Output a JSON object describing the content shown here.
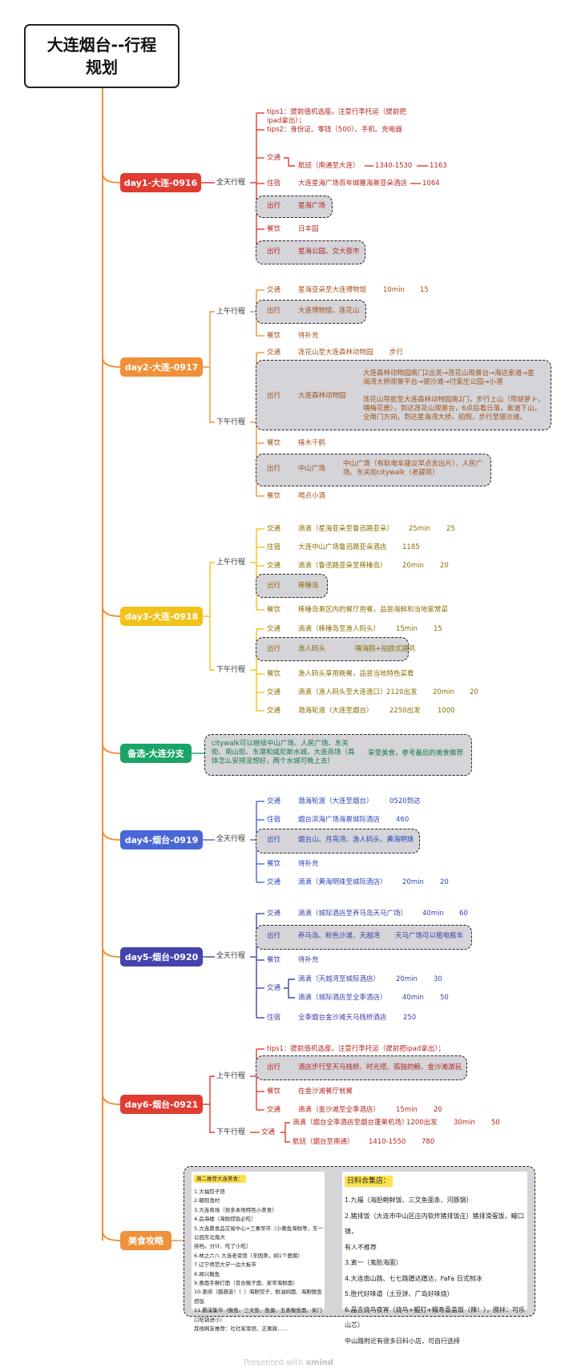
{
  "title": "大连烟台--行程\n规划",
  "footer": {
    "prefix": "Presented with",
    "brand": "xmind"
  },
  "days": [
    {
      "label": "day1-大连-0916",
      "color": "#e03c32"
    },
    {
      "label": "day2-大连-0917",
      "color": "#f0913a"
    },
    {
      "label": "day3-大连-0918",
      "color": "#f2c21b"
    },
    {
      "label": "备选-大连分支",
      "color": "#1aa466"
    },
    {
      "label": "day4-烟台-0919",
      "color": "#4a67d6"
    },
    {
      "label": "day5-烟台-0920",
      "color": "#4343ad"
    },
    {
      "label": "day6-烟台-0921",
      "color": "#e03c32"
    },
    {
      "label": "美食攻略",
      "color": "#f0913a"
    }
  ],
  "periods": {
    "all_day": "全天行程",
    "morning": "上午行程",
    "afternoon": "下午行程"
  },
  "items": {
    "d1_tips1": "tips1：提前值机选座，注意行李托运（提前把",
    "d1_tips1b": "ipad拿出）；",
    "d1_tips2": "tips2：身份证、零钱（500）、手机、充电器",
    "d1_traffic": "交通",
    "d1_flight": "航班（南通至大连）",
    "d1_time": "1340-1530",
    "d1_price": "1163",
    "d1_stay": "住宿",
    "d1_hotel": "大连星海广场百年城雁海景亚朵酒店",
    "d1_hotel_price": "1064",
    "d1_out1": "出行",
    "d1_out1v": "星海广场",
    "d1_food": "餐饮",
    "d1_foodv": "日丰园",
    "d1_out2": "出行",
    "d1_out2v": "星海公园、交大夜市",
    "d2_t1": "交通",
    "d2_t1v": "星海亚朵至大连博物馆",
    "d2_t1m": "10min",
    "d2_t1p": "15",
    "d2_o1": "出行",
    "d2_o1v": "大连博物馆、莲花山",
    "d2_f1": "餐饮",
    "d2_f1v": "待补充",
    "d2_t2": "交通",
    "d2_t2v": "莲花山至大连森林动物园",
    "d2_t2m": "步行",
    "d2_o2": "出行",
    "d2_o2v": "大连森林动物园",
    "d2_o2d1": "大连森林动物园南门2出发→莲花山观景台→海达索道→星\n海湾大桥观景平台→银沙滩→付家庄公园→小港",
    "d2_o2d2": "莲花山导航至大连森林动物园南2门，步行上山（带胡萝卜，\n喂梅花鹿），到达莲花山观景台，6点后看日落，索道下山，\n全南门方向，到达星海湾大桥，拍照，步行至银沙滩。",
    "d2_f2": "餐饮",
    "d2_f2v": "椿木千鹤",
    "d2_o3": "出行",
    "d2_o3v": "中山广场",
    "d2_o3d": "中山广场（有轨电车建议早点去出片）、人民广\n场、东关街citywalk（老建筑）",
    "d2_f3": "餐饮",
    "d2_f3v": "喝点小酒",
    "d3_t1": "交通",
    "d3_t1v": "滴滴（星海亚朵至鲁迅路亚朵）",
    "d3_t1m": "25min",
    "d3_t1p": "25",
    "d3_s": "住宿",
    "d3_sv": "大连中山广场鲁迅路亚朵酒店",
    "d3_sp": "1185",
    "d3_t2": "交通",
    "d3_t2v": "滴滴（鲁迅路亚朵至棒棰岛）",
    "d3_t2m": "20min",
    "d3_t2p": "20",
    "d3_o1": "出行",
    "d3_o1v": "棒棰岛",
    "d3_f1": "餐饮",
    "d3_f1v": "棒棰岛景区内的餐厅用餐，品尝海鲜和当地家常菜",
    "d3_t3": "交通",
    "d3_t3v": "滴滴（棒棰岛至渔人码头）",
    "d3_t3m": "15min",
    "d3_t3p": "15",
    "d3_o2": "出行",
    "d3_o2v": "渔人码头",
    "d3_o2d": "喂海鸥+拍欧式建筑",
    "d3_f2": "餐饮",
    "d3_f2v": "渔人码头享用晚餐，品尝当地特色菜肴",
    "d3_t4": "交通",
    "d3_t4v": "滴滴（渔人码头至大连渡口）",
    "d3_t4a": "2120出发",
    "d3_t4m": "20min",
    "d3_t4p": "20",
    "d3_t5": "交通",
    "d3_t5v": "渤海轮渡（大连至烟台）",
    "d3_t5a": "2250出发",
    "d3_t5p": "1000",
    "alt_text": "citywalk可以继续中山广场、人民广场、东关\n街、南山街、东港和威尼斯水城、大连商场（具\n体怎么安排没想好，两个水城可晚上去）",
    "alt_note": "享受美食，参考最后的美食推荐",
    "d4_t1": "交通",
    "d4_t1v": "渤海轮渡（大连至烟台）",
    "d4_t1a": "0520到达",
    "d4_s": "住宿",
    "d4_sv": "烟台滨海广场海景城际酒店",
    "d4_sp": "460",
    "d4_o": "出行",
    "d4_ov": "烟台山、月亮湾、渔人码头、黄海明珠",
    "d4_f": "餐饮",
    "d4_fv": "待补充",
    "d4_t2": "交通",
    "d4_t2v": "滴滴（黄海明珠至城际酒店）",
    "d4_t2m": "20min",
    "d4_t2p": "20",
    "d5_t1": "交通",
    "d5_t1v": "滴滴（城际酒店至养马岛天马广场）",
    "d5_t1m": "40min",
    "d5_t1p": "60",
    "d5_o": "出行",
    "d5_ov": "养马岛、粉色沙滩、天越湾",
    "d5_od": "天马广场可以租电瓶车",
    "d5_f": "餐饮",
    "d5_fv": "待补充",
    "d5_t2": "交通",
    "d5_t2a": "滴滴（天越湾至城际酒店）",
    "d5_t2am": "20min",
    "d5_t2ap": "30",
    "d5_t2b": "滴滴（城际酒店至全季酒店）",
    "d5_t2bm": "40min",
    "d5_t2bp": "50",
    "d5_s": "住宿",
    "d5_sv": "全季烟台金沙滩天马栈桥酒店",
    "d5_sp": "250",
    "d6_tips": "tips1：提前值机选座，注意行李托运（提前把ipad拿出）；",
    "d6_o": "出行",
    "d6_ov": "酒店步行至天马栈桥、时光塔、孤独的鲸、金沙滩游玩",
    "d6_f": "餐饮",
    "d6_fv": "在金沙滩餐厅就餐",
    "d6_t1": "交通",
    "d6_t1v": "滴滴（金沙滩至全季酒店）",
    "d6_t1m": "15min",
    "d6_t1p": "20",
    "d6_t2": "交通",
    "d6_t2a": "滴滴（烟台全季酒店至烟台蓬莱机场）",
    "d6_t2aa": "1200出发",
    "d6_t2am": "30min",
    "d6_t2ap": "50",
    "d6_t2b": "航班（烟台至南通）",
    "d6_t2bt": "1410-1550",
    "d6_t2bp": "780"
  },
  "food_card_left": {
    "heading": "周二推荐大连美食：",
    "lines": "1.大福饺子馆\n2.朝阳渔村\n3.大连商场（很多本地特色小美食）\n4.品海楼（海鲜捞饭必吃）\n5.大连鼎食品交易中心+三寨早市（小黄鱼海鲜等，东一公园东北角大\n  排档，分计、吃了小吃）\n6.林之六八 大连老菜馆（辛困美，焖1个鹿菌）\n7.辽宁师范大学一边大板市\n8.顺兴鲅鱼\n9.喜面手擀打面（百合鲅子面、家常海鲜面）\n10.姜府（腊葫韭！！）海胆饺子、鲜油焖面、海胆鲍鱼捞饭\n11.鹏溪集市（鲅鱼、三文鱼、鱼蛋、五香鲅鱼面、家门口吃锅进小）\n其他网友推荐：社社家菜馆、正黄旗……"
  },
  "food_card_right": {
    "heading": "日料合集店：",
    "lines": "1.九福（海胆鲍鲜饭、三文鱼面条、河豚锅）\n2.猪排饭（大连市中山区庄内软炸猪排饭庄）猪排滑蛋饭，鳗口镇，\n  有人不推荐\n3.寅一（鬼脸海面）\n4.大连南山路、七七路蹭达蹭达，FaFa 日式刨冰\n5.胜代好味道（土豆饼、广岛好味烧）\n6.晶吉烧鸟夜宵（烧鸟+鲲打+鳗寿喜盖饭（辣！），搅拌：可乐山芯）\n中山路附近有很多日料小店，可自行选择"
  }
}
